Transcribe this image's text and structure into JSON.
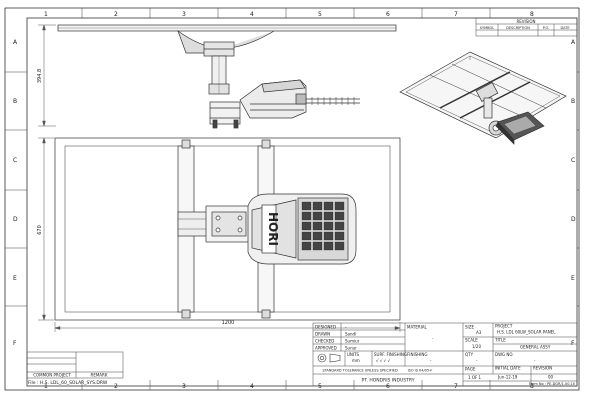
{
  "zones": {
    "top": [
      "1",
      "2",
      "3",
      "4",
      "5",
      "6",
      "7",
      "8"
    ],
    "bottom": [
      "1",
      "2",
      "3",
      "4",
      "5",
      "6",
      "7",
      "8"
    ],
    "left": [
      "A",
      "B",
      "C",
      "D",
      "E",
      "F"
    ],
    "right": [
      "A",
      "B",
      "C",
      "D",
      "E",
      "F"
    ]
  },
  "revision_block": {
    "title": "REVISION",
    "headers": [
      "SYMBOL",
      "DESCRIPTION",
      "P.O.",
      "DATE"
    ]
  },
  "dimensions": {
    "height_side": "394.8",
    "height_top": "670",
    "width_top": "1200"
  },
  "logo_text": "HORI",
  "title_block": {
    "designed_label": "DESIGNED",
    "designed_value": "-",
    "drawn_label": "DRAWN",
    "drawn_value": "Sandi",
    "checked_label": "CHECKED",
    "checked_value": "Sumiur",
    "approved_label": "APPROVED",
    "approved_value": "Sunur",
    "units_label": "UNITS",
    "units_value": "mm",
    "surface_label": "SURF. FINISHING",
    "surface_value": "√ √ √ √",
    "finishing_label": "FINISHING",
    "finishing_value": "-",
    "standard_text": "STANDARD TOLERANCE UNLESS SPECIFIED",
    "standard_value": "ISO IS 04/05-F",
    "company": "PT. HONDRIS INDUSTRY",
    "material_label": "MATERIAL",
    "material_value": "-",
    "size_label": "SIZE",
    "size_value": "A3",
    "scale_label": "SCALE",
    "scale_value": "1/20",
    "page_label": "PAGE",
    "page_value": "1   OF   1",
    "qty_label": "QTY",
    "qty_value": "-",
    "project_label": "PROJECT",
    "project_value": "H.S. LDL 60LW_SOLAR PANEL",
    "title_label": "TITLE",
    "title_value": "GENERAL ASSY",
    "dwg_label": "DWG NO.",
    "dwg_value": "-",
    "initial_label": "INITIAL DATE",
    "initial_value": "Jun-12-19",
    "revision_label": "REVISION",
    "revision_value": "00",
    "form_no": "Form No : PE-DGR/1.00.10"
  },
  "common_project": {
    "label": "COMMON PROJECT",
    "remark_label": "REMARK"
  },
  "file_name": "File : H.S. LDL_60_SOLAR_SYS.DRW"
}
